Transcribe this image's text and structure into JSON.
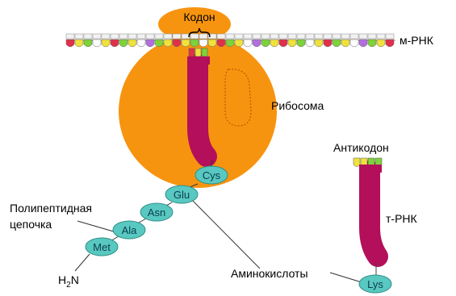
{
  "labels": {
    "codon": "Кодон",
    "mrna": "м-РНК",
    "ribosome": "Рибосома",
    "anticodon": "Антикодон",
    "trna": "т-РНК",
    "polypeptide_line1": "Полипептидная",
    "polypeptide_line2": "цепочка",
    "amino_acids": "Аминокислоты",
    "h2n_main": "H",
    "h2n_sub": "2",
    "h2n_tail": "N"
  },
  "chain": [
    "Met",
    "Ala",
    "Asn",
    "Glu",
    "Cys"
  ],
  "trna_amino_acid": "Lys",
  "colors": {
    "ribosome": "#f7940f",
    "trna": "#b40f5a",
    "amino_acid_fill": "#58c8c0",
    "amino_acid_text": "#0b3d4e",
    "nuc_red": "#e0304a",
    "nuc_yellow": "#f0e23c",
    "nuc_green": "#7ed23a",
    "nuc_purple": "#b36fe0",
    "nuc_white": "#ffffff",
    "mrna_backbone": "#c8c8c8"
  }
}
